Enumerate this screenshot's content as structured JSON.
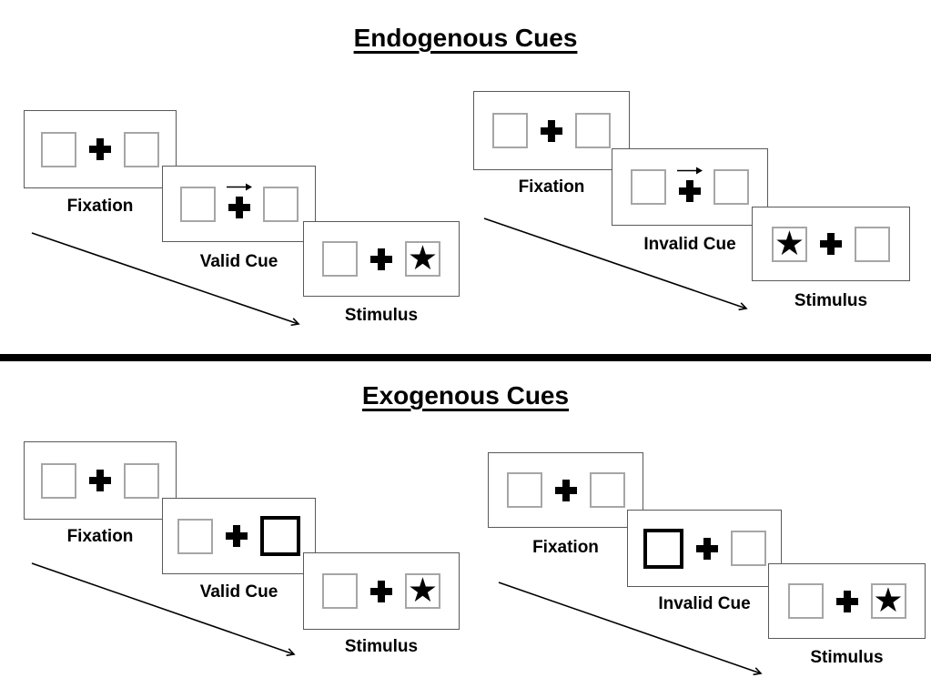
{
  "diagram": {
    "kind": "spatial-cueing-task-figure",
    "sections": [
      {
        "title": "Endogenous Cues",
        "groups": [
          {
            "condition": "valid",
            "panels": [
              {
                "label": "Fixation",
                "center": "cross",
                "left_box": "empty",
                "right_box": "empty"
              },
              {
                "label": "Valid Cue",
                "center": "cross-with-right-arrow",
                "left_box": "empty",
                "right_box": "empty"
              },
              {
                "label": "Stimulus",
                "center": "cross",
                "left_box": "empty",
                "right_box": "star"
              }
            ]
          },
          {
            "condition": "invalid",
            "panels": [
              {
                "label": "Fixation",
                "center": "cross",
                "left_box": "empty",
                "right_box": "empty"
              },
              {
                "label": "Invalid Cue",
                "center": "cross-with-right-arrow",
                "left_box": "empty",
                "right_box": "empty"
              },
              {
                "label": "Stimulus",
                "center": "cross",
                "left_box": "star",
                "right_box": "empty"
              }
            ]
          }
        ]
      },
      {
        "title": "Exogenous Cues",
        "groups": [
          {
            "condition": "valid",
            "panels": [
              {
                "label": "Fixation",
                "center": "cross",
                "left_box": "empty",
                "right_box": "empty"
              },
              {
                "label": "Valid Cue",
                "center": "cross",
                "left_box": "empty",
                "right_box": "highlighted"
              },
              {
                "label": "Stimulus",
                "center": "cross",
                "left_box": "empty",
                "right_box": "star"
              }
            ]
          },
          {
            "condition": "invalid",
            "panels": [
              {
                "label": "Fixation",
                "center": "cross",
                "left_box": "empty",
                "right_box": "empty"
              },
              {
                "label": "Invalid Cue",
                "center": "cross",
                "left_box": "highlighted",
                "right_box": "empty"
              },
              {
                "label": "Stimulus",
                "center": "cross",
                "left_box": "empty",
                "right_box": "star"
              }
            ]
          }
        ]
      }
    ]
  },
  "glyphs": {
    "star": "★"
  },
  "colors": {
    "background": "#ffffff",
    "panel_border": "#595959",
    "box_border": "#a6a6a6",
    "highlight_border": "#000000",
    "ink": "#000000"
  }
}
